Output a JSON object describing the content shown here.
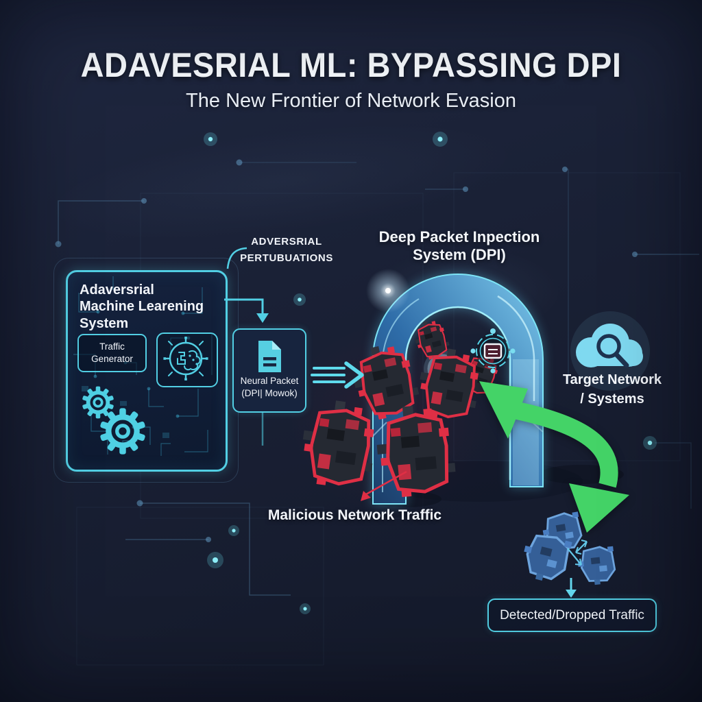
{
  "header": {
    "title": "ADAVESRIAL ML: BYPASSING DPI",
    "subtitle": "The New Frontier of Network Evasion"
  },
  "ml_system": {
    "title_lines": [
      "Adaversrial",
      "Machine Learening",
      "System"
    ],
    "traffic_generator": "Traffic Generator"
  },
  "perturbations": {
    "lines": [
      "ADVERSRIAL",
      "PERTUBUATIONS"
    ]
  },
  "neural_packet": {
    "lines": [
      "Neural Packet",
      "(DPI| Mowok)"
    ]
  },
  "dpi": {
    "title_lines": [
      "Deep Packet Inpection",
      "System (DPI)"
    ]
  },
  "malicious": {
    "label": "Malicious Network Traffic"
  },
  "target": {
    "lines": [
      "Target Network",
      "/ Systems"
    ]
  },
  "detected": {
    "label": "Detected/Dropped Traffic"
  },
  "icons": {
    "ai_model": "brain-chip-icon",
    "document": "document-icon",
    "gears": "gears-icon",
    "cloud_search": "cloud-magnifier-icon",
    "scan_ring": "packet-scan-icon",
    "radar": "radar-target-icon"
  },
  "colors": {
    "background": "#1a2136",
    "accent_cyan": "#52cfe4",
    "arch_blue": "#2e6ca8",
    "arrow_green": "#44d367",
    "malicious_red": "#df2f45",
    "packet_dark": "#252932",
    "dropped_blue": "#3f6ea8",
    "cloud_blue": "#7fd9f0",
    "text_white": "#f2f5fa"
  }
}
